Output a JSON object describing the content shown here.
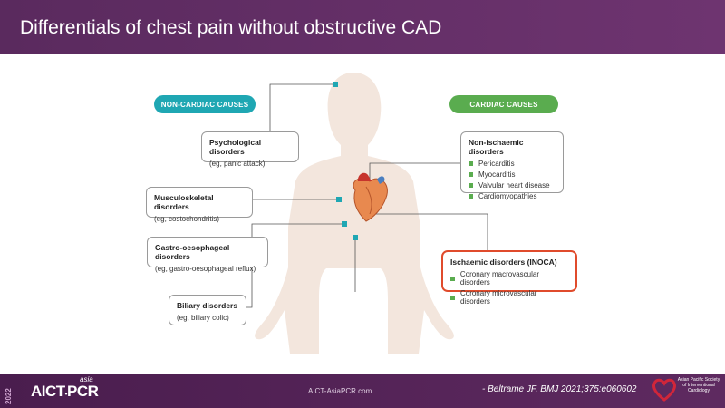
{
  "header": {
    "title": "Differentials of chest pain without obstructive CAD"
  },
  "labels": {
    "non_cardiac": "NON-CARDIAC CAUSES",
    "cardiac": "CARDIAC CAUSES"
  },
  "non_cardiac": [
    {
      "title": "Psychological disorders",
      "sub": "(eg, panic attack)"
    },
    {
      "title": "Musculoskeletal disorders",
      "sub": "(eg, costochondritis)"
    },
    {
      "title": "Gastro-oesophageal disorders",
      "sub": "(eg, gastro-oesophageal reflux)"
    },
    {
      "title": "Biliary disorders",
      "sub": "(eg, biliary colic)"
    }
  ],
  "cardiac": {
    "non_ischaemic": {
      "title": "Non-ischaemic disorders",
      "items": [
        "Pericarditis",
        "Myocarditis",
        "Valvular heart disease",
        "Cardiomyopathies"
      ]
    },
    "ischaemic": {
      "title": "Ischaemic disorders (INOCA)",
      "items": [
        "Coronary macrovascular disorders",
        "Coronary microvascular disorders"
      ]
    }
  },
  "colors": {
    "teal": "#1fa7b3",
    "green": "#5aac4f",
    "highlight": "#e04b2c",
    "header": "#5a2a5e",
    "body_silhouette": "#f3e6dd"
  },
  "footer": {
    "year": "2022",
    "brand": "AICT",
    "brand_sub": "asia",
    "brand_pcr": "PCR",
    "url": "AICT-AsiaPCR.com",
    "citation": "- Beltrame JF. BMJ 2021;375:e060602",
    "apsic_text": "Asian Pacific Society of Interventional Cardiology"
  }
}
